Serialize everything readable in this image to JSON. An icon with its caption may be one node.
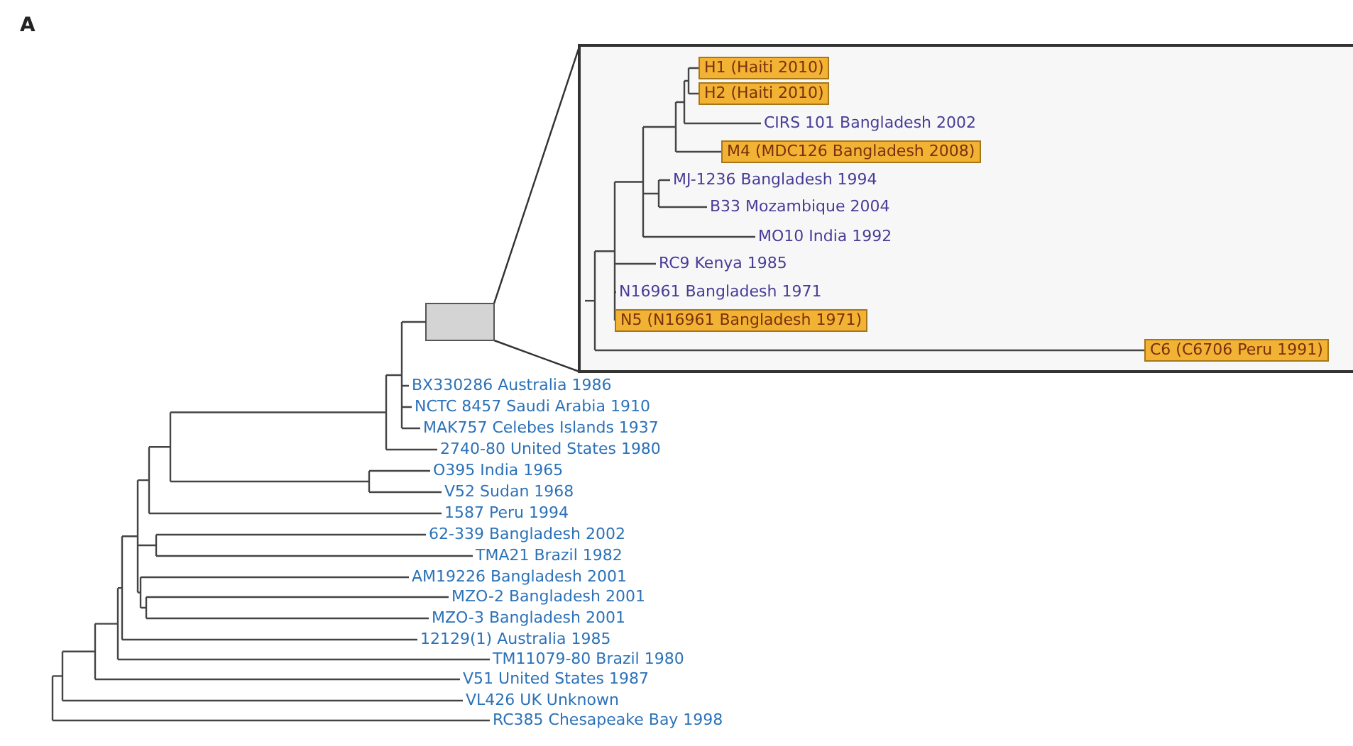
{
  "diagram": {
    "nodes": [
      {
        "text": [
          "H1 (Haiti 2010)"
        ]
      },
      {
        "text": [
          "H2 (Haiti 2010)"
        ]
      },
      {
        "text": [
          "M4 (MDC126 Bangladesh 2008)"
        ]
      },
      {
        "text": [
          "N5 (N16961 Bangladesh 1971)"
        ]
      },
      {
        "text": [
          "C6 (C6706 Peru 1991)"
        ]
      }
    ],
    "labels": [
      "A",
      "CIRS 101 Bangladesh 2002",
      "MJ-1236 Bangladesh 1994",
      "B33 Mozambique 2004",
      "MO10 India 1992",
      "RC9 Kenya 1985",
      "N16961 Bangladesh 1971",
      "BX330286 Australia 1986",
      "NCTC 8457 Saudi Arabia 1910",
      "MAK757 Celebes Islands 1937",
      "2740-80 United States 1980",
      "O395 India 1965",
      "V52 Sudan 1968",
      "1587 Peru 1994",
      "62-339 Bangladesh 2002",
      "TMA21 Brazil 1982",
      "AM19226 Bangladesh 2001",
      "MZO-2 Bangladesh 2001",
      "MZO-3 Bangladesh 2001",
      "12129(1) Australia 1985",
      "TM11079-80 Brazil 1980",
      "V51 United States 1987",
      "VL426 UK Unknown",
      "RC385 Chesapeake Bay 1998"
    ]
  }
}
